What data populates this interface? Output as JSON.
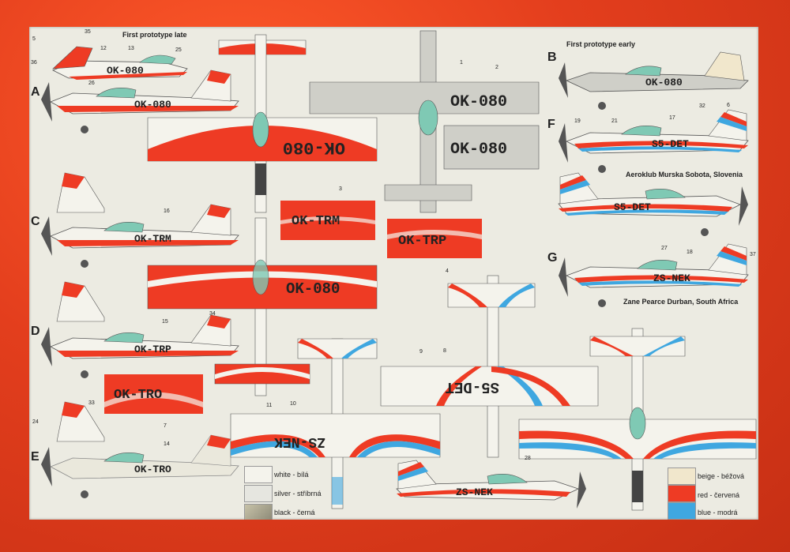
{
  "captions": {
    "first_proto_late": "First prototype late",
    "first_proto_early": "First prototype early",
    "aeroklub": "Aeroklub Murska Sobota, Slovenia",
    "zane": "Zane Pearce Durban, South Africa"
  },
  "variant_letters": [
    "A",
    "B",
    "C",
    "D",
    "E",
    "F",
    "G"
  ],
  "registrations": {
    "ok080": "OK-080",
    "ok080_rev": "OK-080",
    "oktrm": "OK-TRM",
    "oktrp": "OK-TRP",
    "oktro": "OK-TRO",
    "s5det": "S5-DET",
    "s5det_rev": "S5-DET",
    "zsnek": "ZS-NEK",
    "zsnek_rev": "ZS-NEK"
  },
  "legend_left": [
    {
      "label": "white - bílá"
    },
    {
      "label": "silver - stříbrná"
    },
    {
      "label": "black - černá"
    }
  ],
  "legend_right": [
    {
      "label": "beige - béžová",
      "color": "#f1e7cc"
    },
    {
      "label": "red - červená",
      "color": "#ee3b24"
    },
    {
      "label": "blue - modrá",
      "color": "#3fa7e0"
    }
  ],
  "colors": {
    "red": "#ee3b24",
    "blue": "#3fa7e0",
    "canopy": "#7fc9b4",
    "silver": "#cfcfc8",
    "white": "#f4f3ec"
  },
  "callouts": [
    "35",
    "5",
    "12",
    "13",
    "25",
    "36",
    "1",
    "2",
    "3",
    "4",
    "6",
    "7",
    "9",
    "8",
    "10",
    "11",
    "14",
    "15",
    "16",
    "17",
    "18",
    "19",
    "21",
    "24",
    "26",
    "27",
    "28",
    "32",
    "33",
    "34",
    "37"
  ]
}
